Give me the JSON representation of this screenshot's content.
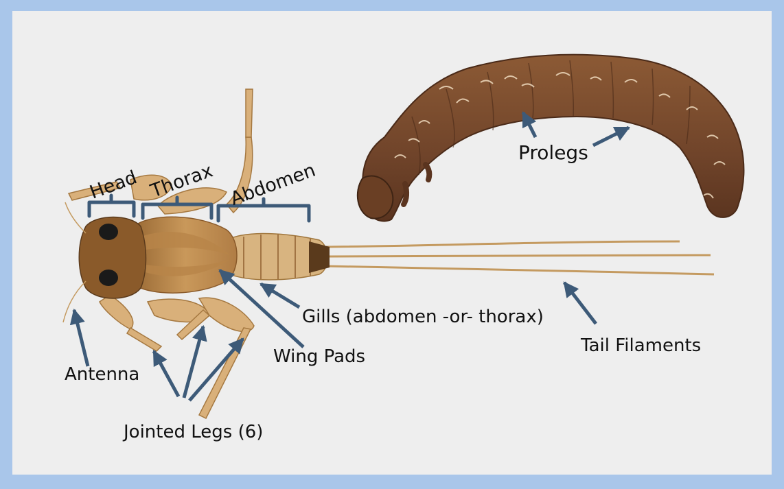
{
  "labels": {
    "head": "Head",
    "thorax": "Thorax",
    "abdomen": "Abdomen",
    "prolegs": "Prolegs",
    "gills": "Gills (abdomen -or- thorax)",
    "tail_filaments": "Tail Filaments",
    "wing_pads": "Wing Pads",
    "antenna": "Antenna",
    "jointed_legs": "Jointed Legs (6)"
  },
  "colors": {
    "frame_border": "#a9c6ea",
    "panel_background": "#eeeeee",
    "arrow": "#3d5a78",
    "bracket": "#3d5a78",
    "mayfly_body": "#c89a55",
    "caterpillar_body": "#7a4a2a"
  },
  "icons": {
    "arrow": "arrow-icon",
    "bracket": "bracket-icon"
  }
}
